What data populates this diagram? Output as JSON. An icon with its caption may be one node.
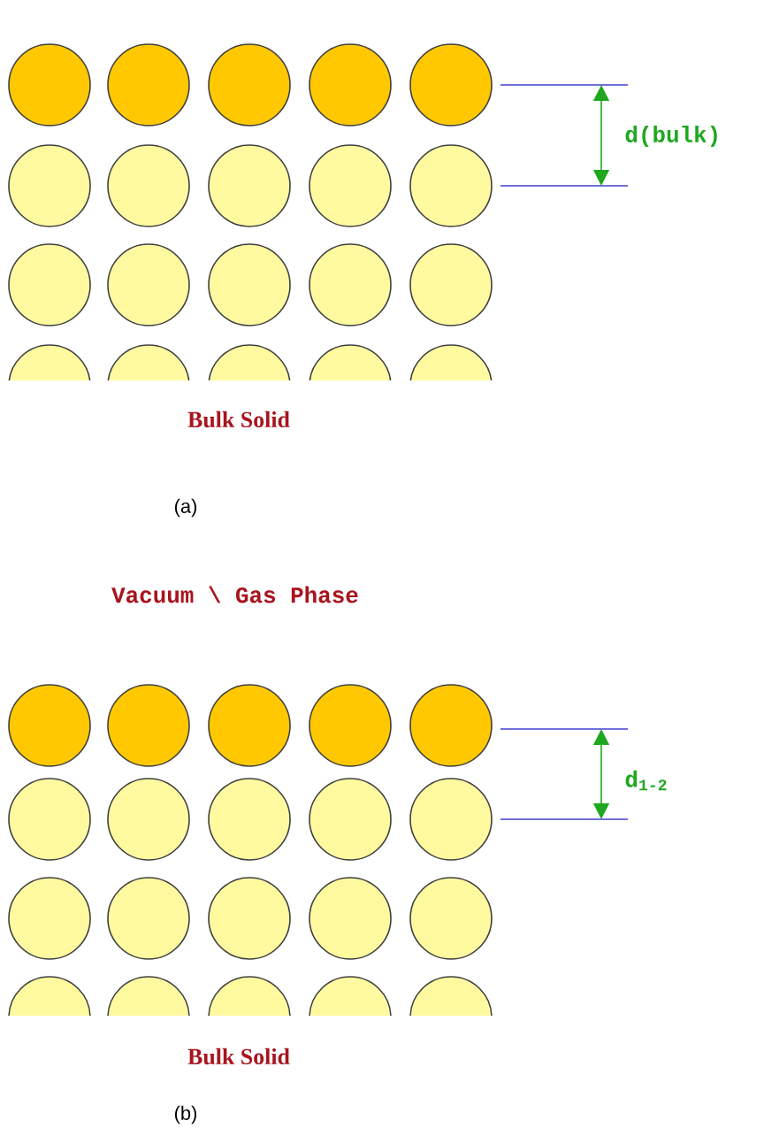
{
  "diagram": {
    "labels": [
      "d(bulk)",
      "Bulk Solid",
      "(a)",
      "Vacuum \\ Gas Phase",
      "d$_{1-2}$",
      "Bulk Solid",
      "(b)"
    ]
  }
}
